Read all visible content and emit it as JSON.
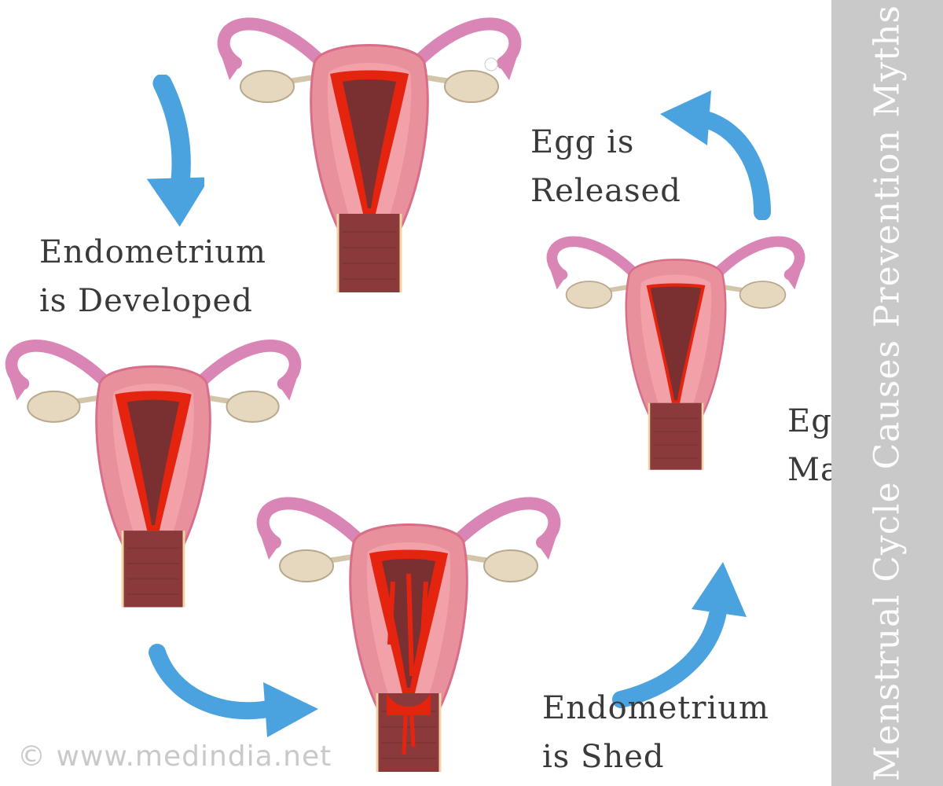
{
  "colors": {
    "tube": "#d986b6",
    "tube_stroke": "#b7679a",
    "outer_wall": "#e9909d",
    "inner_wall": "#f2a1a8",
    "cavity": "#7a3030",
    "lining": "#e52410",
    "cervix": "#8a3a3a",
    "ovary": "#e6d7bf",
    "ligament": "#d3c5aa",
    "arrow": "#4aa3de",
    "label": "#3a3a3a",
    "band": "#c9c9c9"
  },
  "stages": {
    "released": {
      "line1": "Egg is",
      "line2": "Released"
    },
    "matures": {
      "line1": "Egg",
      "line2": "Matures"
    },
    "shed": {
      "line1": "Endometrium",
      "line2": "is Shed"
    },
    "developed": {
      "line1": "Endometrium",
      "line2": "is Developed"
    }
  },
  "side_title": "Menstrual Cycle Causes Prevention Myths",
  "watermark": "© www.medindia.net"
}
